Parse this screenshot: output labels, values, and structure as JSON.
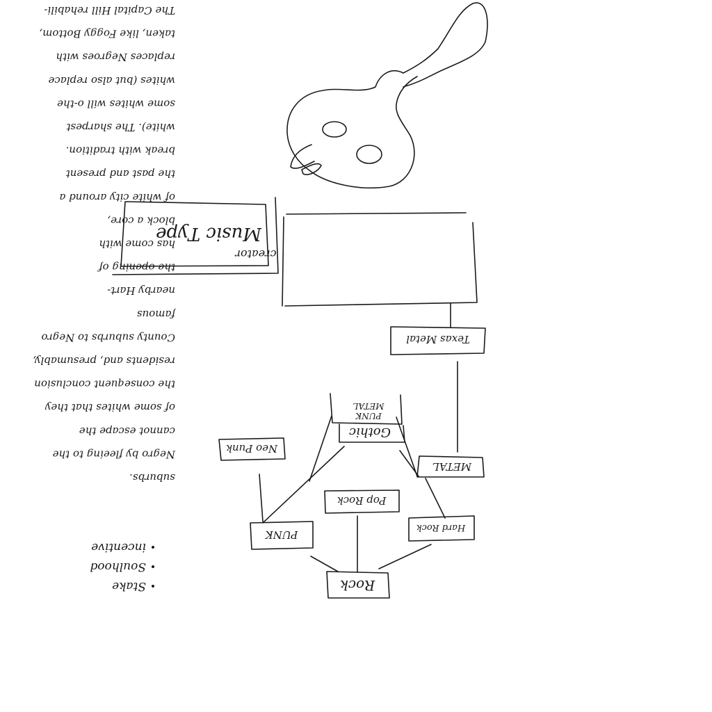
{
  "notes": {
    "lines": [
      "suburbs.",
      "Negro by fleeing to the",
      "cannot escape the",
      "of some whites that they",
      "the consequent conclusion",
      "residents and, presumably,",
      "County suburbs to Negro",
      "famous",
      "nearby Hart-",
      "the opening of",
      "has come with",
      "block a core,",
      "of white city around a",
      "the past and present",
      "break with tradition.",
      "white). The sharpest",
      "some whites will o-the",
      "whites (but also replace",
      "replaces Negroes with",
      "taken, like Foggy Bottom,",
      "The Capital Hill rehabili-"
    ],
    "bullets": [
      "Stake",
      "Soulhood",
      "incentive"
    ]
  },
  "music_box": {
    "title": "Music Type",
    "subtitle": "creator"
  },
  "genres": {
    "texas_metal": "Texas Metal",
    "punk_metal_top": "PUNK",
    "punk_metal_bottom": "METAL",
    "gothic": "Gothic",
    "neo_punk": "Neo Punk",
    "metal": "METAL",
    "pop_rock": "Pop Rock",
    "hard_rock": "Hard Rock",
    "punk": "PUNK",
    "rock": "Rock"
  },
  "colors": {
    "ink": "#1a1a1a",
    "paper": "#ffffff"
  }
}
